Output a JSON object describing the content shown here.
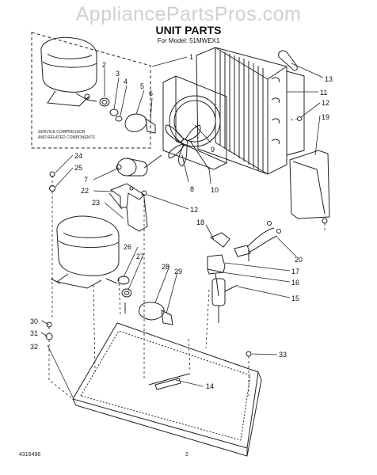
{
  "watermark": "AppliancePartsPros.com",
  "title": "UNIT PARTS",
  "subtitle": "For Model: 51MWEX1",
  "service_note": [
    "SERVICE COMPRESSOR",
    "AND RELATED COMPONENTS"
  ],
  "callouts": [
    "1",
    "2",
    "3",
    "4",
    "5",
    "6",
    "9",
    "8",
    "10",
    "13",
    "11",
    "12",
    "19",
    "24",
    "25",
    "7",
    "22",
    "23",
    "12",
    "18",
    "26",
    "27",
    "28",
    "29",
    "20",
    "17",
    "16",
    "15",
    "30",
    "31",
    "32",
    "33",
    "14"
  ],
  "doc_number": "4316496",
  "page_number": "2"
}
